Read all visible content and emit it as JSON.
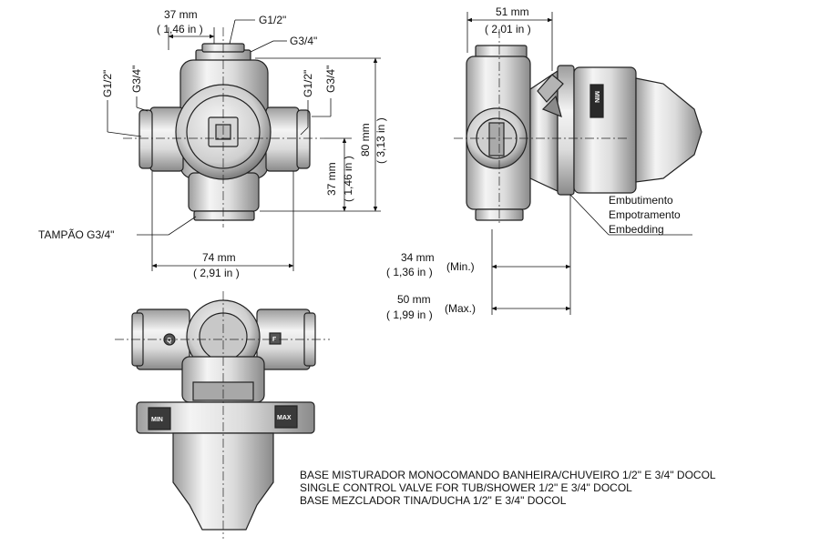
{
  "front_view": {
    "top_width": "37 mm",
    "top_width_in": "( 1,46 in )",
    "top_outlet_1": "G1/2\"",
    "top_outlet_2": "G3/4\"",
    "left_outlet_1": "G1/2\"",
    "left_outlet_2": "G3/4\"",
    "right_outlet_1": "G1/2\"",
    "right_outlet_2": "G3/4\"",
    "height": "80 mm",
    "height_in": "( 3,13 in )",
    "lower_height": "37 mm",
    "lower_height_in": "( 1,46 in )",
    "plug": "TAMPÃO G3/4\"",
    "width": "74 mm",
    "width_in": "( 2,91 in )"
  },
  "side_view": {
    "depth": "51 mm",
    "depth_in": "( 2,01 in )",
    "dial_label": "MIN",
    "embed_pt": "Embutimento",
    "embed_es": "Empotramento",
    "embed_en": "Embedding",
    "min_depth": "34 mm",
    "min_depth_in": "( 1,36 in )",
    "min_note": "(Min.)",
    "max_depth": "50 mm",
    "max_depth_in": "( 1,99 in )",
    "max_note": "(Max.)"
  },
  "top_view": {
    "left_mark": "Q",
    "right_mark": "F",
    "min_label": "MIN",
    "max_label": "MAX"
  },
  "caption": {
    "line_pt": "BASE MISTURADOR MONOCOMANDO BANHEIRA/CHUVEIRO 1/2\" E 3/4\" DOCOL",
    "line_en": "SINGLE CONTROL VALVE FOR TUB/SHOWER 1/2\" E 3/4\" DOCOL",
    "line_es": "BASE MEZCLADOR TINA/DUCHA 1/2\" E 3/4\" DOCOL"
  },
  "colors": {
    "line": "#111111",
    "body_fill": "#e6e6e6",
    "body_dark": "#9a9a9a"
  }
}
